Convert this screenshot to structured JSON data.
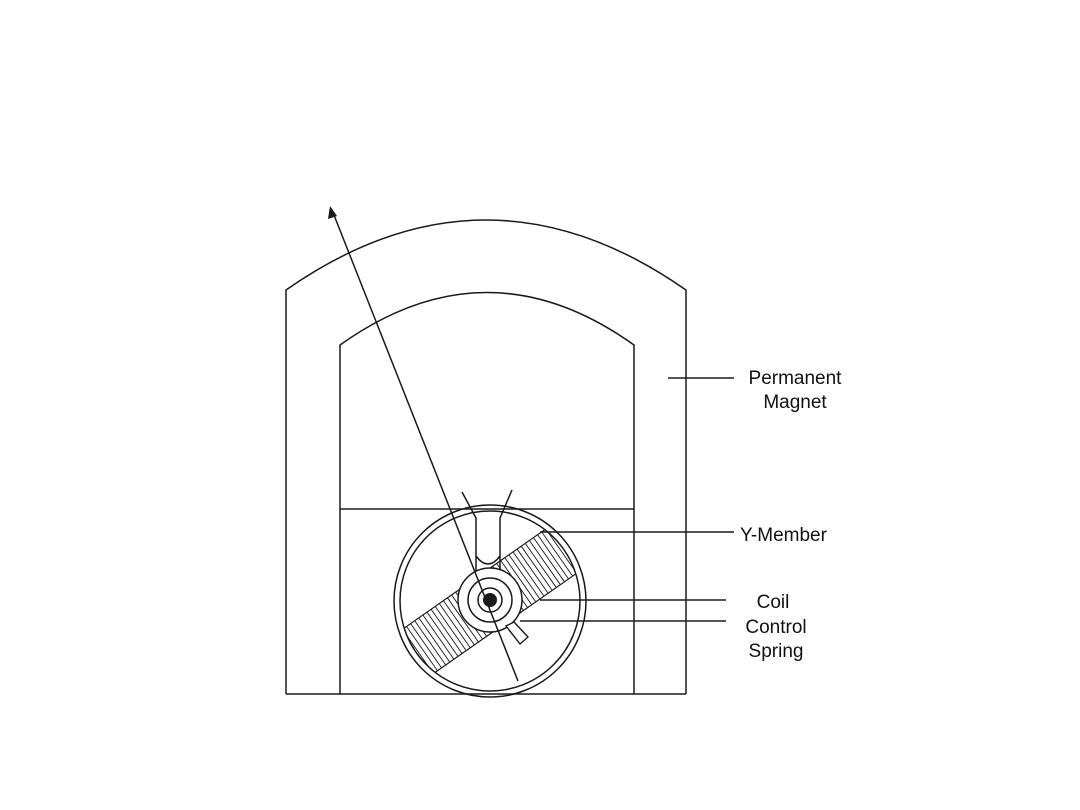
{
  "labels": {
    "permanent_magnet": {
      "line1": "Permanent",
      "line2": "Magnet"
    },
    "y_member": "Y-Member",
    "coil": "Coil",
    "control_spring": {
      "line1": "Control",
      "line2": "Spring"
    }
  },
  "colors": {
    "stroke": "#1a1a1a",
    "text": "#111111",
    "background": "#ffffff"
  }
}
